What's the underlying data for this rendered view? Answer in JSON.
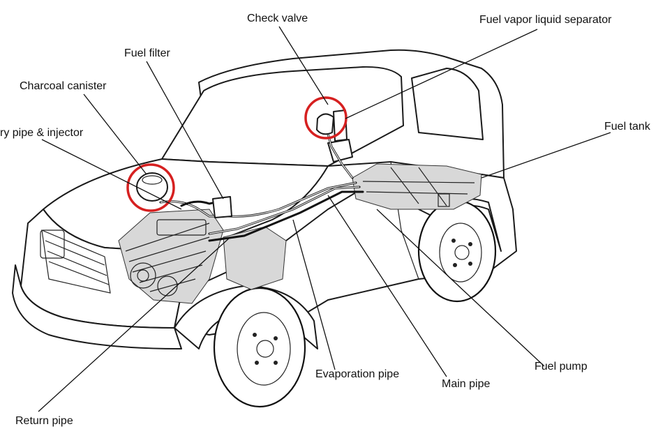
{
  "labels": {
    "check_valve": "Check valve",
    "fuel_vapor_liquid_separator": "Fuel vapor liquid separator",
    "fuel_filter": "Fuel filter",
    "charcoal_canister": "Charcoal canister",
    "delivery_pipe_injector": "ry pipe & injector",
    "fuel_tank": "Fuel tank",
    "evaporation_pipe": "Evaporation pipe",
    "main_pipe": "Main pipe",
    "fuel_pump": "Fuel pump",
    "return_pipe": "Return pipe"
  },
  "colors": {
    "highlight": "#d62020",
    "line_art": "#111111",
    "background": "#ffffff"
  }
}
